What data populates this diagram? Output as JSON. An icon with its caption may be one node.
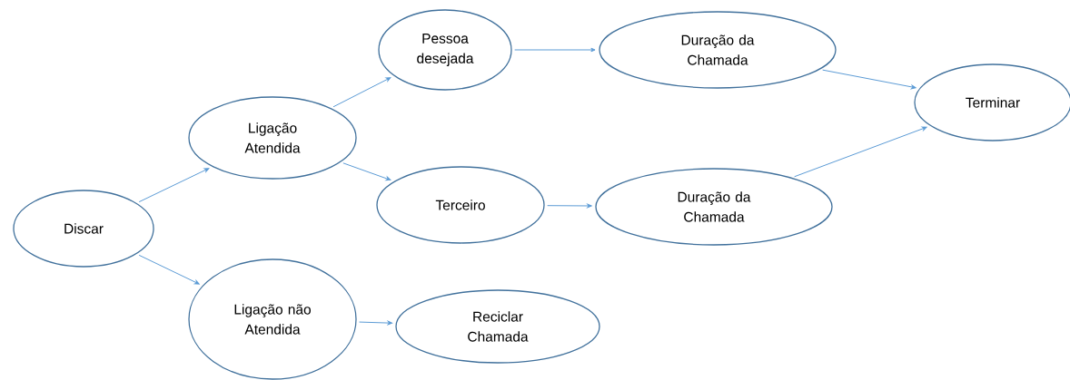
{
  "diagram": {
    "nodes": [
      {
        "text": [
          "Discar"
        ]
      },
      {
        "text": [
          "Ligação Atendida"
        ]
      },
      {
        "text": [
          "Ligação não Atendida"
        ]
      },
      {
        "text": [
          "Pessoa desejada"
        ]
      },
      {
        "text": [
          "Terceiro"
        ]
      },
      {
        "text": [
          "Reciclar Chamada"
        ]
      },
      {
        "text": [
          "Duração da Chamada"
        ]
      },
      {
        "text": [
          "Duração da Chamada"
        ]
      },
      {
        "text": [
          "Terminar"
        ]
      }
    ],
    "edges": [
      {
        "from": 0,
        "to": 1,
        "arrow": "to"
      },
      {
        "from": 0,
        "to": 2,
        "arrow": "to"
      },
      {
        "from": 1,
        "to": 3,
        "arrow": "to"
      },
      {
        "from": 1,
        "to": 4,
        "arrow": "to"
      },
      {
        "from": 3,
        "to": 6,
        "arrow": "to"
      },
      {
        "from": 4,
        "to": 7,
        "arrow": "to"
      },
      {
        "from": 6,
        "to": 8,
        "arrow": "to"
      },
      {
        "from": 7,
        "to": 8,
        "arrow": "to"
      },
      {
        "from": 2,
        "to": 5,
        "arrow": "to"
      }
    ]
  }
}
